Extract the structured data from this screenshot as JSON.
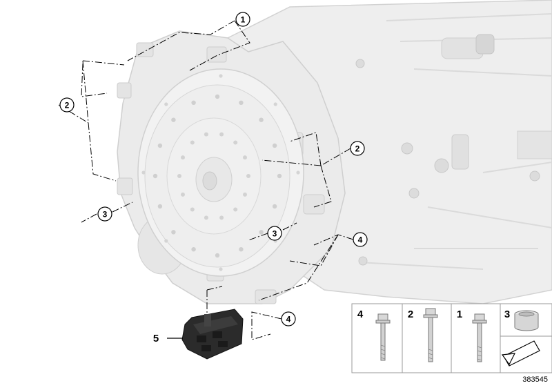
{
  "callouts": [
    {
      "id": "c1a",
      "label": "1"
    },
    {
      "id": "c2a",
      "label": "2"
    },
    {
      "id": "c2b",
      "label": "2"
    },
    {
      "id": "c3a",
      "label": "3"
    },
    {
      "id": "c3b",
      "label": "3"
    },
    {
      "id": "c4a",
      "label": "4"
    },
    {
      "id": "c4b",
      "label": "4"
    }
  ],
  "part5_label": "5",
  "legend": {
    "items": [
      {
        "label": "4",
        "part": "flange-bolt"
      },
      {
        "label": "2",
        "part": "long-bolt"
      },
      {
        "label": "1",
        "part": "hex-bolt"
      },
      {
        "label": "3",
        "part": "dowel-sleeve"
      }
    ]
  },
  "reference_number": "383545",
  "colors": {
    "housing_fill": "#ececec",
    "housing_stroke": "#cfcfcf",
    "part_dark": "#2b2b2b",
    "line": "#000000"
  }
}
